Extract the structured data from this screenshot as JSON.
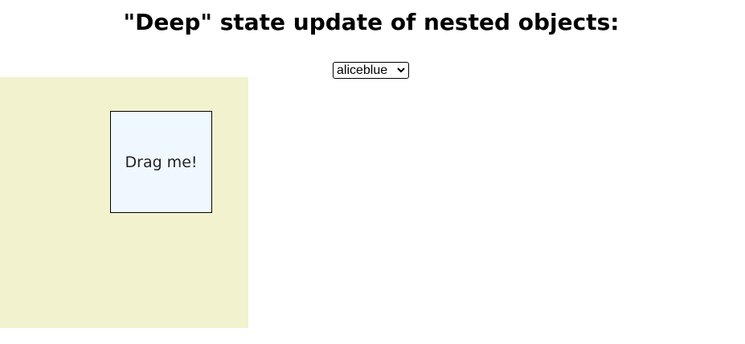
{
  "heading": "\"Deep\" state update of nested objects:",
  "color_select": {
    "selected": "aliceblue",
    "icon": "chevron-down-icon"
  },
  "drag_box": {
    "label": "Drag me!"
  },
  "colors": {
    "background_area": "#f2f2ce",
    "box_fill": "#f0f8ff",
    "border": "#000000"
  }
}
